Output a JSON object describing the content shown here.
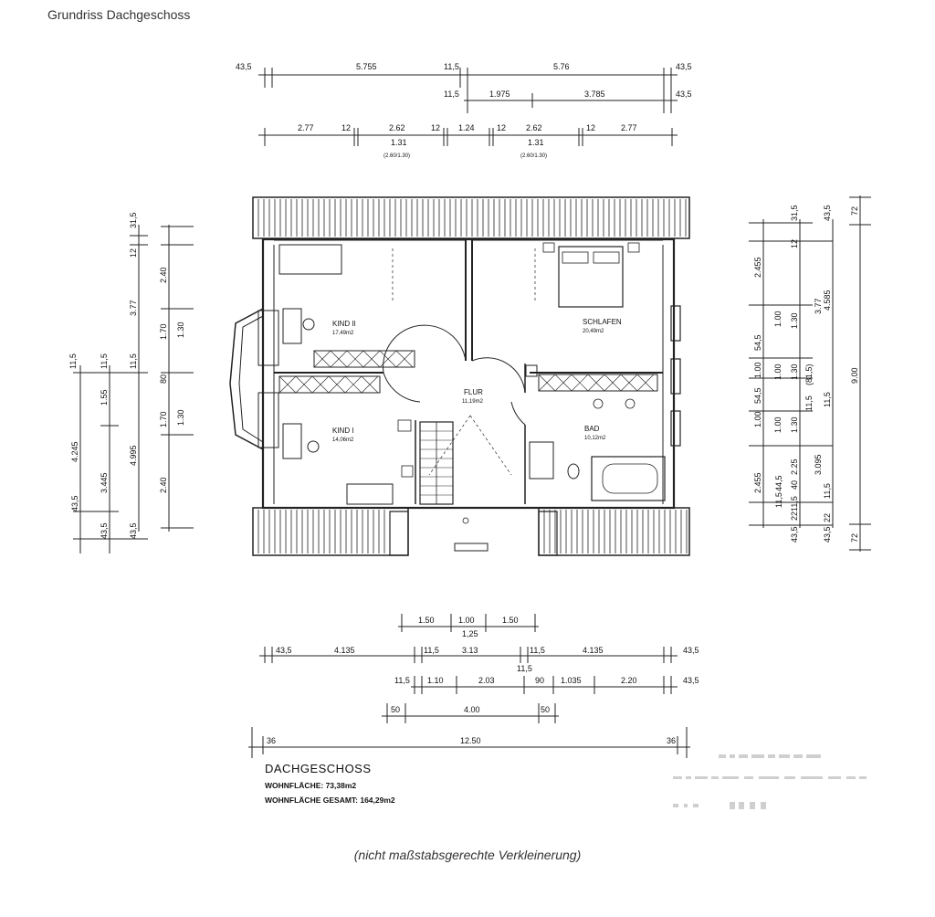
{
  "heading": "Grundriss Dachgeschoss",
  "caption": "(nicht maßstabsgerechte Verkleinerung)",
  "title_block": {
    "name": "DACHGESCHOSS",
    "living_area": "WOHNFLÄCHE: 73,38m2",
    "living_area_total": "WOHNFLÄCHE GESAMT: 164,29m2"
  },
  "rooms": [
    {
      "name": "KIND II",
      "area": "17,49m2"
    },
    {
      "name": "SCHLAFEN",
      "area": "20,49m2"
    },
    {
      "name": "FLUR",
      "area": "11,19m2"
    },
    {
      "name": "KIND I",
      "area": "14,06m2"
    },
    {
      "name": "BAD",
      "area": "10,12m2"
    }
  ],
  "dims_top": {
    "row1": [
      "43,5",
      "5.755",
      "11,5",
      "5.76",
      "43,5"
    ],
    "row2": [
      "11,5",
      "1.975",
      "3.785",
      "43,5"
    ],
    "row3": [
      "2.77",
      "12",
      "2.62",
      "12",
      "1.24",
      "12",
      "2.62",
      "12",
      "2.77"
    ],
    "row3_sub": [
      "1.31",
      "1.31"
    ],
    "row3_note": [
      "(2.60/1.30)",
      "(2.60/1.30)"
    ]
  },
  "dims_bottom": {
    "row1": [
      "1.50",
      "1.00",
      "1.50"
    ],
    "row1_sub": "1,25",
    "row2": [
      "43,5",
      "4.135",
      "11,5",
      "3.13",
      "11,5",
      "4.135",
      "43,5"
    ],
    "row2_mid": "11,5",
    "row3": [
      "11,5",
      "1.10",
      "2.03",
      "90",
      "1.035",
      "2.20",
      "43,5"
    ],
    "row4": [
      "50",
      "4.00",
      "50"
    ],
    "row5": [
      "36",
      "12.50",
      "36"
    ]
  },
  "dims_left": {
    "outer": [
      "31,5",
      "12",
      "2.40",
      "3.77",
      "1.70",
      "1.30",
      "11,5",
      "80",
      "1.70",
      "1.30",
      "2.40"
    ],
    "inner": [
      "11,5",
      "11,5",
      "1.55",
      "4.245",
      "3.445",
      "4.995",
      "43,5",
      "43,5",
      "43,5"
    ]
  },
  "dims_right": {
    "col1": [
      "2.455",
      "54,5",
      "1.00",
      "54,5",
      "1.00",
      "2.455",
      "11,5",
      "44,5",
      "43,5",
      "22"
    ],
    "col2": [
      "31,5",
      "12",
      "1.00",
      "1.30",
      "1.00",
      "1.30",
      "1.00",
      "1.30",
      "2.25",
      "40",
      "11,5",
      "22"
    ],
    "col3": [
      "43,5",
      "3.77",
      "(81,5)",
      "11,5",
      "3.095",
      "11,5",
      "43,5"
    ],
    "col4": [
      "4.585",
      "11,5"
    ],
    "col5": [
      "72",
      "9.00",
      "72"
    ]
  }
}
